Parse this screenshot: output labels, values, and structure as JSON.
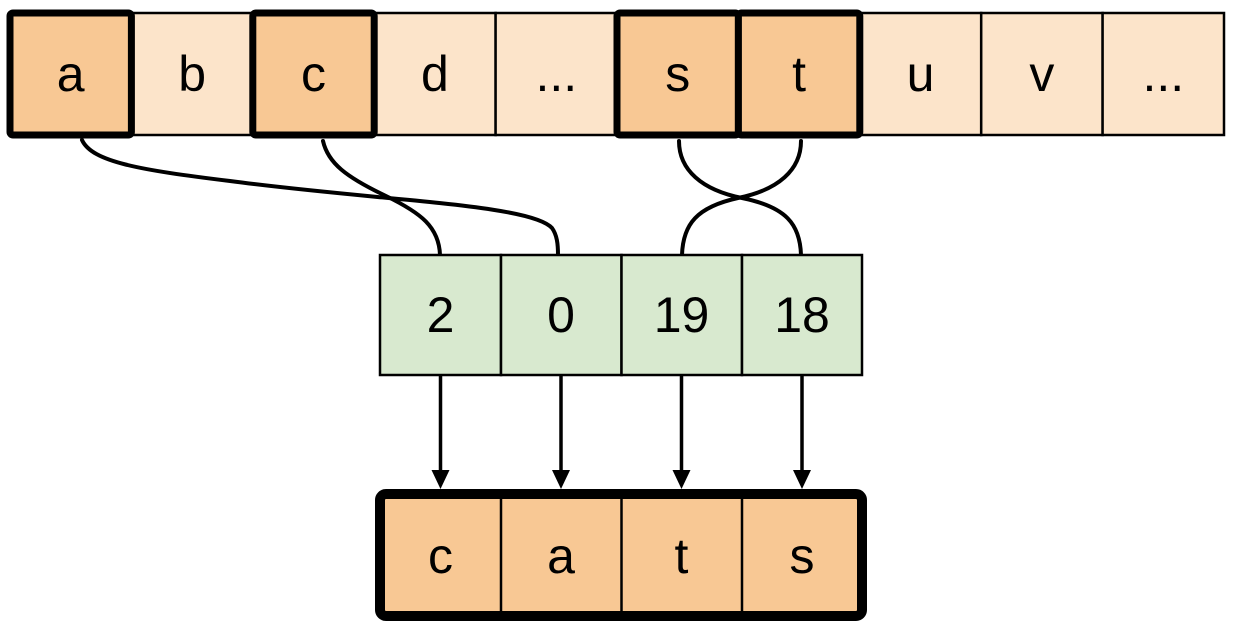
{
  "alphabet_row": {
    "cells": [
      {
        "label": "a",
        "highlighted": true
      },
      {
        "label": "b",
        "highlighted": false
      },
      {
        "label": "c",
        "highlighted": true
      },
      {
        "label": "d",
        "highlighted": false
      },
      {
        "label": "...",
        "highlighted": false
      },
      {
        "label": "s",
        "highlighted": true
      },
      {
        "label": "t",
        "highlighted": true
      },
      {
        "label": "u",
        "highlighted": false
      },
      {
        "label": "v",
        "highlighted": false
      },
      {
        "label": "...",
        "highlighted": false
      }
    ]
  },
  "index_row": {
    "cells": [
      {
        "label": "2"
      },
      {
        "label": "0"
      },
      {
        "label": "19"
      },
      {
        "label": "18"
      }
    ]
  },
  "result_row": {
    "cells": [
      {
        "label": "c"
      },
      {
        "label": "a"
      },
      {
        "label": "t"
      },
      {
        "label": "s"
      }
    ]
  },
  "connections": {
    "letter_to_index": [
      {
        "from": "a",
        "to": "0"
      },
      {
        "from": "c",
        "to": "2"
      },
      {
        "from": "s",
        "to": "18"
      },
      {
        "from": "t",
        "to": "19"
      }
    ],
    "index_to_result": [
      {
        "from": "2",
        "to": "c"
      },
      {
        "from": "0",
        "to": "a"
      },
      {
        "from": "19",
        "to": "t"
      },
      {
        "from": "18",
        "to": "s"
      }
    ]
  },
  "colors": {
    "highlight_fill": "#F8C894",
    "plain_fill": "#FCE4CA",
    "index_fill": "#D8E9CF",
    "stroke": "#000000",
    "background": "#FFFFFF"
  }
}
